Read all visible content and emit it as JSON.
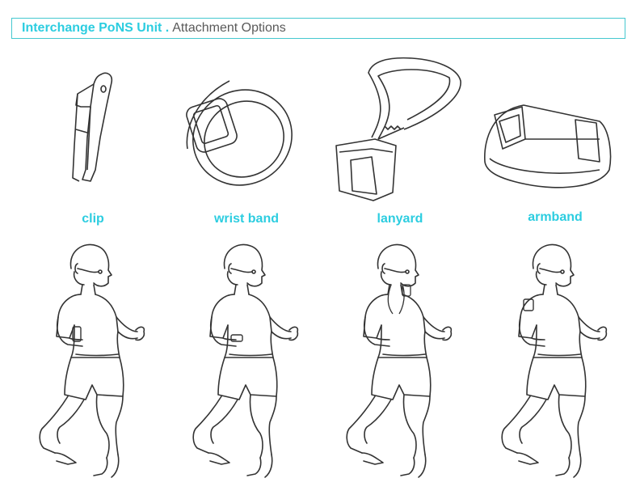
{
  "header": {
    "title_strong": "Interchange PoNS Unit .",
    "title_light": "Attachment Options"
  },
  "options": [
    {
      "label": "clip",
      "accessory_icon": "clip-icon"
    },
    {
      "label": "wrist band",
      "accessory_icon": "wrist-band-icon"
    },
    {
      "label": "lanyard",
      "accessory_icon": "lanyard-icon"
    },
    {
      "label": "armband",
      "accessory_icon": "armband-icon"
    }
  ],
  "colors": {
    "accent": "#2ccde0",
    "frame": "#45c8d0",
    "line_art": "#333333",
    "title_gray": "#5a5a5a"
  }
}
